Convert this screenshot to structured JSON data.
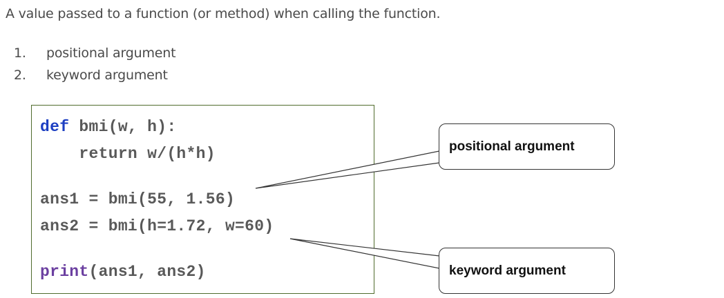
{
  "intro": {
    "text": "A value passed to a function (or method) when calling the function."
  },
  "list": [
    {
      "number": "1.",
      "label": "positional argument"
    },
    {
      "number": "2.",
      "label": "keyword argument"
    }
  ],
  "code": {
    "line1_kw": "def",
    "line1_rest": " bmi(w, h):",
    "line2": "    return w/(h*h)",
    "line3": "ans1 = bmi(55, 1.56)",
    "line4": "ans2 = bmi(h=1.72, w=60)",
    "line5_kw": "print",
    "line5_rest": "(ans1, ans2)"
  },
  "callouts": {
    "positional": "positional argument",
    "keyword": "keyword argument"
  },
  "colors": {
    "keyword_def": "#1d3fc2",
    "keyword_print": "#6b3fa0",
    "code_border": "#4f6b2c",
    "code_text": "#595959"
  }
}
